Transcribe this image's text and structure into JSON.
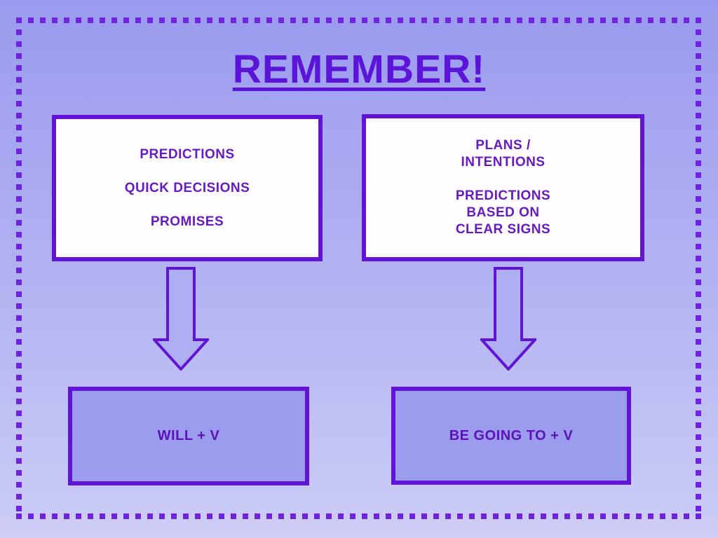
{
  "slide": {
    "title": "REMEMBER!"
  },
  "top_left_box": {
    "lines": [
      "PREDICTIONS",
      "QUICK DECISIONS",
      "PROMISES"
    ]
  },
  "top_right_box": {
    "paragraph1": [
      "PLANS /",
      "INTENTIONS"
    ],
    "paragraph2": [
      "PREDICTIONS",
      "BASED ON",
      "CLEAR SIGNS"
    ]
  },
  "bottom_left_box": {
    "label": "WILL + V"
  },
  "bottom_right_box": {
    "label": "BE GOING TO + V"
  },
  "icons": {
    "left_arrow": "down-arrow",
    "right_arrow": "down-arrow"
  },
  "colors": {
    "background_top": "#9a9aef",
    "background_bottom": "#cdcdf6",
    "accent_border": "#6114d6",
    "dashed_dots": "#6f22e0",
    "title_text": "#5c15d8",
    "box_text": "#681ac2",
    "formula_text": "#5c12b8",
    "white_box_fill": "#fffdff",
    "purple_box_fill": "#9c9cef",
    "arrow_fill": "#aeaff2"
  }
}
